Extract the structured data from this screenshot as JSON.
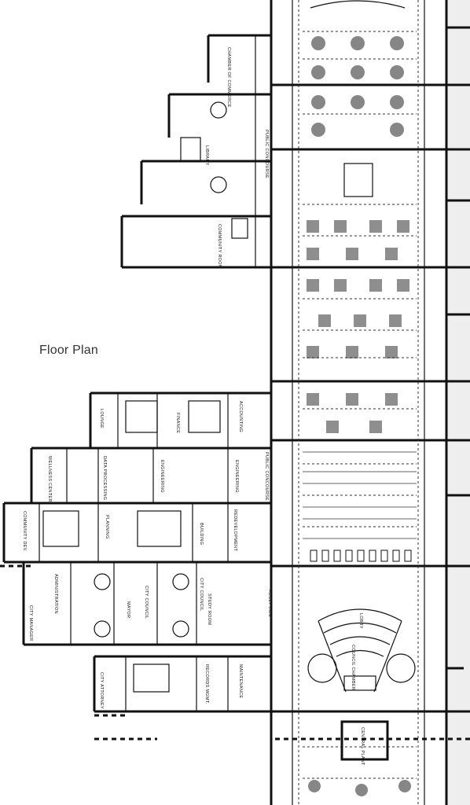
{
  "caption": "Floor Plan",
  "rooms": [
    {
      "id": "chamber",
      "label": "CHAMBER OF COMMERCE"
    },
    {
      "id": "library",
      "label": "LIBRARY"
    },
    {
      "id": "public1",
      "label": "PUBLIC CONCOURSE"
    },
    {
      "id": "community",
      "label": "COMMUNITY ROOM"
    },
    {
      "id": "lounge",
      "label": "LOUNGE"
    },
    {
      "id": "finance",
      "label": "FINANCE"
    },
    {
      "id": "accounting",
      "label": "ACCOUNTING"
    },
    {
      "id": "wellness",
      "label": "WELLNESS CENTER"
    },
    {
      "id": "dataproc",
      "label": "DATA PROCESSING"
    },
    {
      "id": "engineering1",
      "label": "ENGINEERING"
    },
    {
      "id": "engineering2",
      "label": "ENGINEERING"
    },
    {
      "id": "public2",
      "label": "PUBLIC CONCOURSE"
    },
    {
      "id": "commdev",
      "label": "COMMUNITY DEV."
    },
    {
      "id": "planning",
      "label": "PLANNING"
    },
    {
      "id": "building",
      "label": "BUILDING"
    },
    {
      "id": "redev",
      "label": "REDEVELOPMENT"
    },
    {
      "id": "citymanager",
      "label": "CITY MANAGER"
    },
    {
      "id": "admin",
      "label": "ADMINISTRATION"
    },
    {
      "id": "mayor",
      "label": "MAYOR"
    },
    {
      "id": "citycouncil",
      "label": "CITY COUNCIL"
    },
    {
      "id": "citycouncil2",
      "label": "CITY COUNCIL"
    },
    {
      "id": "study",
      "label": "STUDY ROOM"
    },
    {
      "id": "reception",
      "label": "RECEPTION"
    },
    {
      "id": "lobby",
      "label": "LOBBY"
    },
    {
      "id": "council",
      "label": "COUNCIL CHAMBER"
    },
    {
      "id": "cityattorney",
      "label": "CITY ATTORNEY"
    },
    {
      "id": "records",
      "label": "RECORDS MGMT."
    },
    {
      "id": "maintenance",
      "label": "MAINTENANCE"
    },
    {
      "id": "centralplant",
      "label": "CENTRAL PLANT"
    }
  ]
}
